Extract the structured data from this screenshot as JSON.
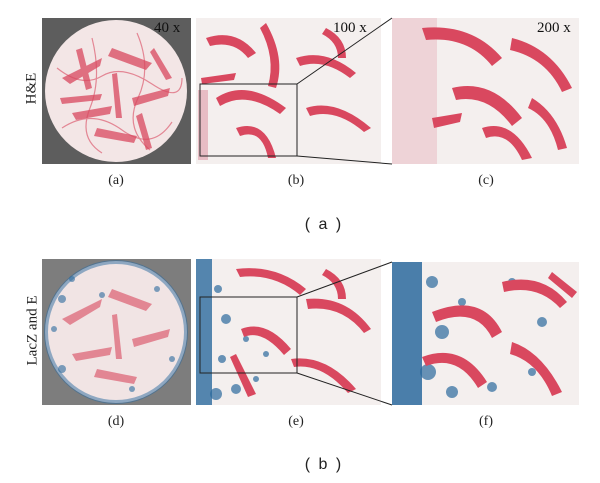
{
  "rows": [
    {
      "label": "H&E",
      "group_caption": "( a )",
      "panels": [
        {
          "caption": "(a)",
          "magnification": "40 x"
        },
        {
          "caption": "(b)",
          "magnification": "100 x"
        },
        {
          "caption": "(c)",
          "magnification": "200 x"
        }
      ]
    },
    {
      "label": "LacZ and E",
      "group_caption": "( b )",
      "panels": [
        {
          "caption": "(d)",
          "magnification": ""
        },
        {
          "caption": "(e)",
          "magnification": ""
        },
        {
          "caption": "(f)",
          "magnification": ""
        }
      ]
    }
  ],
  "colors": {
    "stain_red": "#d9485f",
    "background": "#f3eeee",
    "lacz_blue": "#2c6a9e",
    "dark_edge": "#3a3a3a"
  }
}
